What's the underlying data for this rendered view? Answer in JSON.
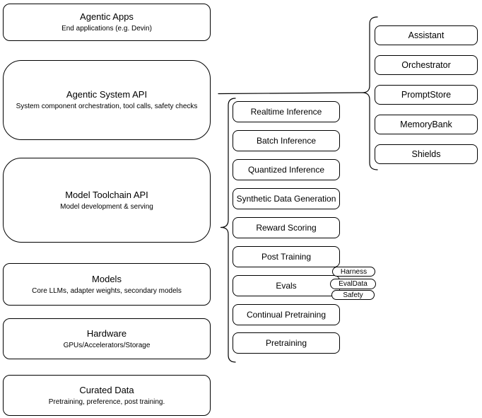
{
  "diagram": {
    "left_stack": [
      {
        "title": "Agentic Apps",
        "subtitle": "End applications (e.g. Devin)"
      },
      {
        "title": "Agentic System API",
        "subtitle": "System component orchestration, tool calls, safety checks"
      },
      {
        "title": "Model Toolchain API",
        "subtitle": "Model development & serving"
      },
      {
        "title": "Models",
        "subtitle": "Core LLMs, adapter weights, secondary models"
      },
      {
        "title": "Hardware",
        "subtitle": "GPUs/Accelerators/Storage"
      },
      {
        "title": "Curated Data",
        "subtitle": "Pretraining, preference, post training."
      }
    ],
    "toolchain_items": [
      "Realtime Inference",
      "Batch Inference",
      "Quantized Inference",
      "Synthetic Data Generation",
      "Reward Scoring",
      "Post Training",
      "Evals",
      "Continual Pretraining",
      "Pretraining"
    ],
    "eval_badges": [
      "Harness",
      "EvalData",
      "Safety"
    ],
    "system_components": [
      "Assistant",
      "Orchestrator",
      "PromptStore",
      "MemoryBank",
      "Shields"
    ],
    "colors": {
      "stroke": "#000000",
      "fill": "#ffffff",
      "text": "#000000",
      "background": "#ffffff"
    }
  }
}
